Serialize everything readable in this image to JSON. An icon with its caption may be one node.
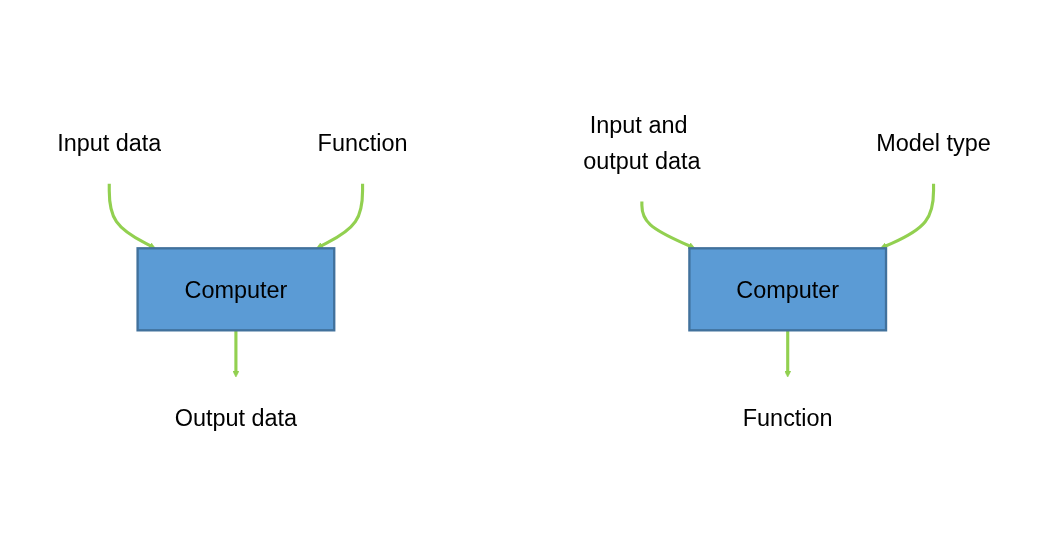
{
  "diagram": {
    "nodes": [
      {
        "text": [
          "Input data"
        ]
      },
      {
        "text": [
          "Function"
        ]
      },
      {
        "text": [
          "Computer"
        ]
      },
      {
        "text": [
          "Output data"
        ]
      },
      {
        "text": [
          "Input and output data"
        ]
      },
      {
        "text": [
          "Model type"
        ]
      },
      {
        "text": [
          "Computer"
        ]
      },
      {
        "text": [
          "Function"
        ]
      }
    ],
    "edges": [
      {
        "from": 0,
        "to": 2,
        "arrow": "to"
      },
      {
        "from": 1,
        "to": 2,
        "arrow": "to"
      },
      {
        "from": 2,
        "to": 3,
        "arrow": "to"
      },
      {
        "from": 4,
        "to": 6,
        "arrow": "to"
      },
      {
        "from": 5,
        "to": 6,
        "arrow": "to"
      },
      {
        "from": 6,
        "to": 7,
        "arrow": "to"
      }
    ]
  }
}
